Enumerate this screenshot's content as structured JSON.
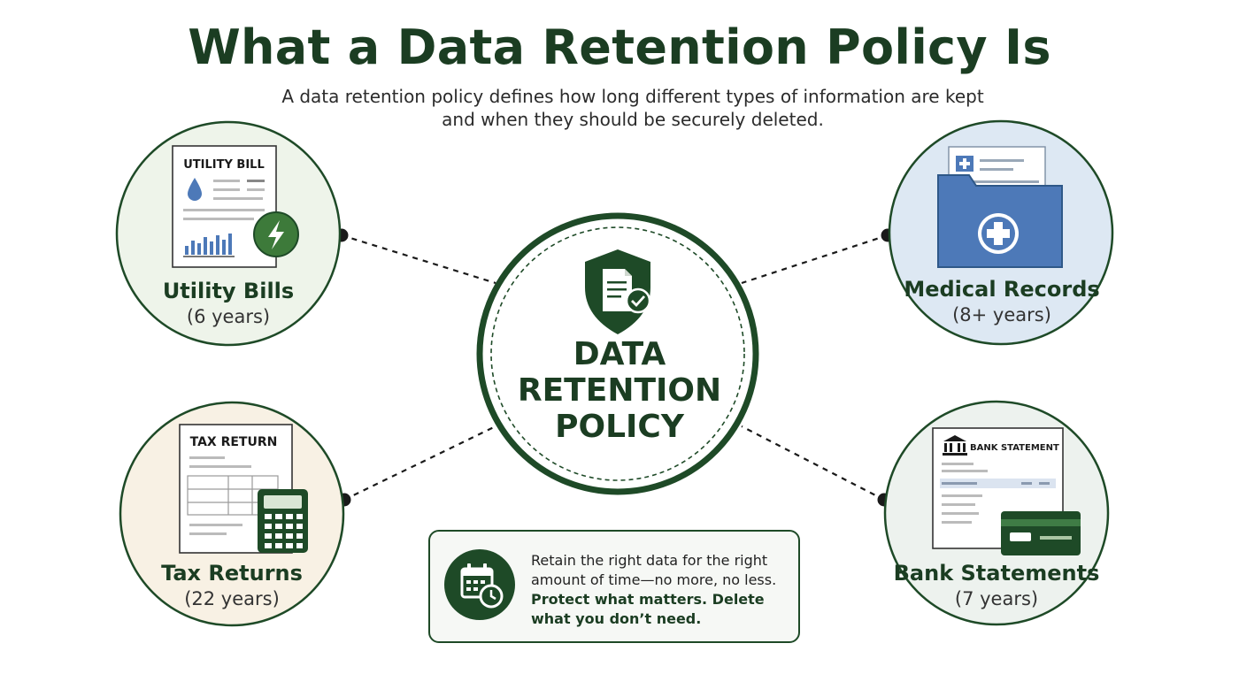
{
  "title": "What a Data Retention Policy Is",
  "subtitle": "A data retention policy defines how long different types of information are kept and when they should be securely deleted.",
  "center": {
    "line1": "DATA",
    "line2": "RETENTION",
    "line3": "POLICY",
    "icon": "shield-document-check-icon"
  },
  "nodes": [
    {
      "key": "utility",
      "name": "Utility Bills",
      "years": "(6 years)",
      "doc_title": "UTILITY BILL",
      "fill": "#eef4ea",
      "icon": "lightning-icon"
    },
    {
      "key": "medical",
      "name": "Medical Records",
      "years": "(8+ years)",
      "fill": "#dde8f3",
      "icon": "medical-folder-icon"
    },
    {
      "key": "tax",
      "name": "Tax Returns",
      "years": "(22 years)",
      "doc_title": "TAX RETURN",
      "fill": "#f8f1e4",
      "icon": "calculator-icon"
    },
    {
      "key": "bank",
      "name": "Bank Statements",
      "years": "(7 years)",
      "doc_title": "BANK STATEMENT",
      "fill": "#edf2ee",
      "icon": "credit-card-icon"
    }
  ],
  "callout": {
    "line1": "Retain the right data for the right amount of time—no more, no less.",
    "line2": "Protect what matters. Delete what you don’t need.",
    "icon": "calendar-clock-icon"
  },
  "colors": {
    "primary": "#1e4a27",
    "title": "#1b3d22",
    "medical_blue": "#4d79b8"
  }
}
